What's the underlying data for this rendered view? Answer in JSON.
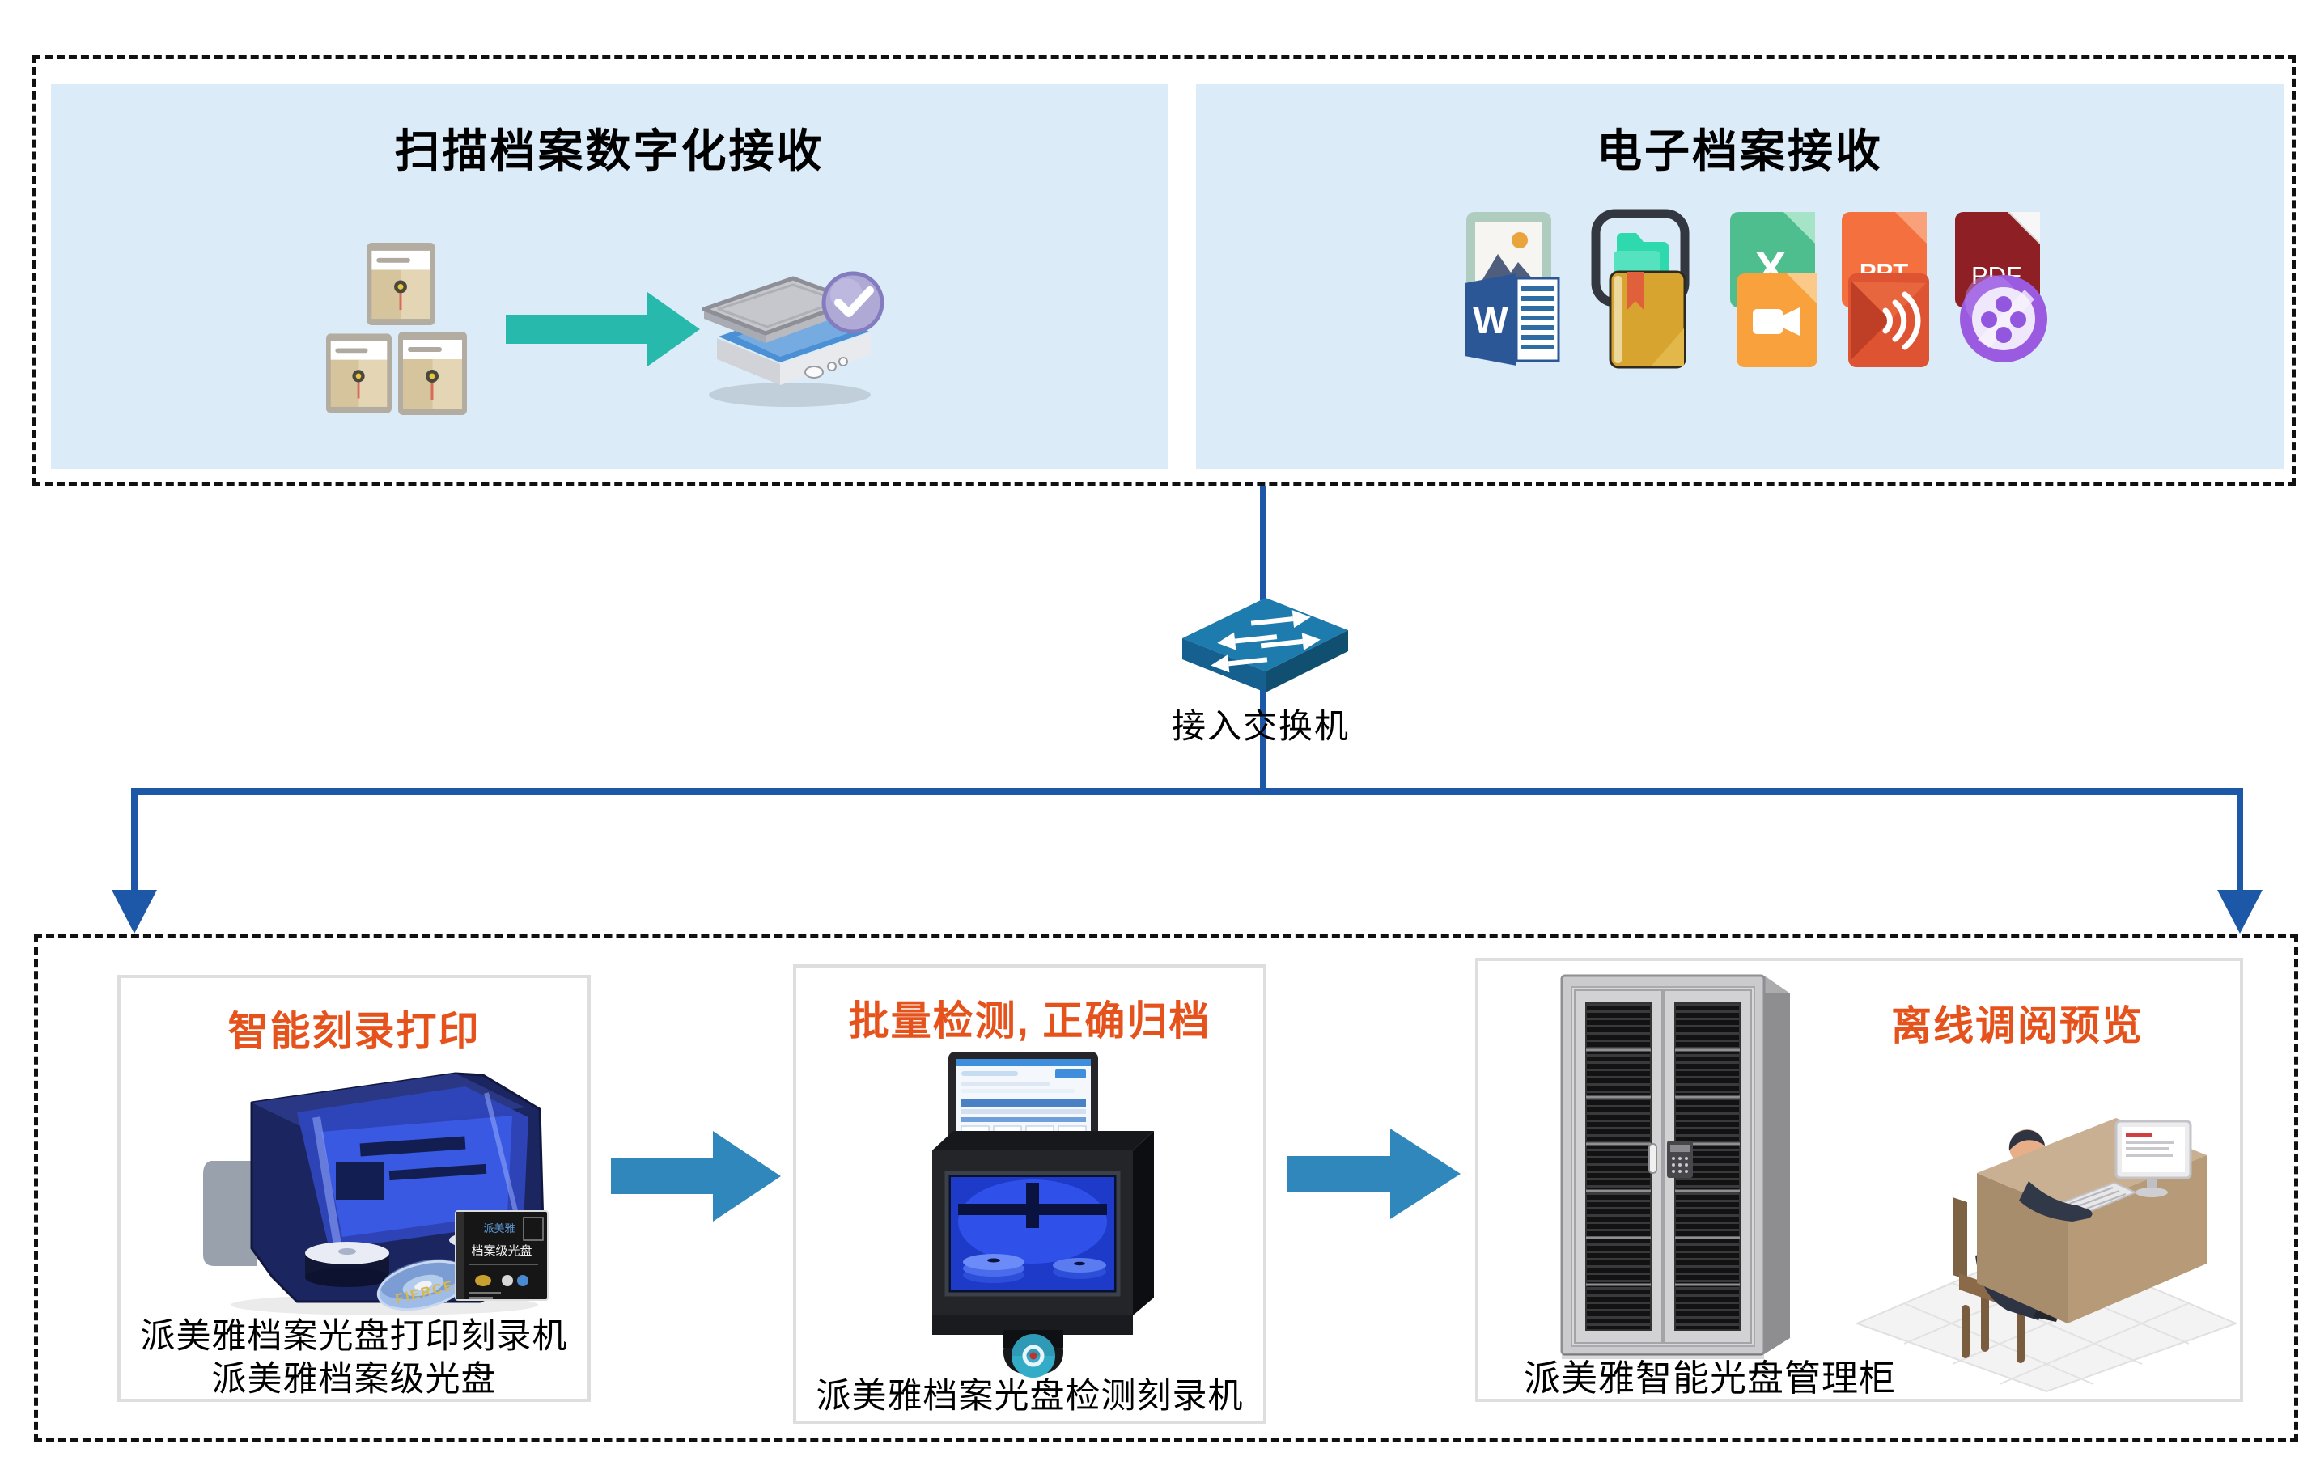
{
  "top": {
    "scan": {
      "title": "扫描档案数字化接收"
    },
    "digital": {
      "title": "电子档案接收",
      "excel_label": "X",
      "ppt_label": "PPT",
      "pdf_label": "PDF",
      "word_label": "W",
      "icons_row1": [
        "image-file",
        "folder",
        "excel-file",
        "ppt-file",
        "pdf-file"
      ],
      "icons_row2": [
        "word-file",
        "ebook-file",
        "video-file",
        "audio-file",
        "media-file"
      ]
    }
  },
  "network": {
    "switch_label": "接入交换机"
  },
  "bottom": {
    "print_box": {
      "title": "智能刻录打印",
      "caption_line1": "派美雅档案光盘打印刻录机",
      "caption_line2": "派美雅档案级光盘",
      "disc_case_brand": "派美雅",
      "disc_case_label": "档案级光盘",
      "disc_text": "FIERCE"
    },
    "detect_box": {
      "title": "批量检测, 正确归档",
      "caption": "派美雅档案光盘检测刻录机"
    },
    "cabinet_box": {
      "title": "离线调阅预览",
      "caption": "派美雅智能光盘管理柜"
    }
  },
  "colors": {
    "panel_blue": "#DBECF8",
    "accent_orange": "#E6521C",
    "connector_blue": "#1D57A7",
    "flow_arrow_blue": "#3087BC",
    "teal_arrow": "#26B9AC",
    "dash_color": "#111111"
  }
}
